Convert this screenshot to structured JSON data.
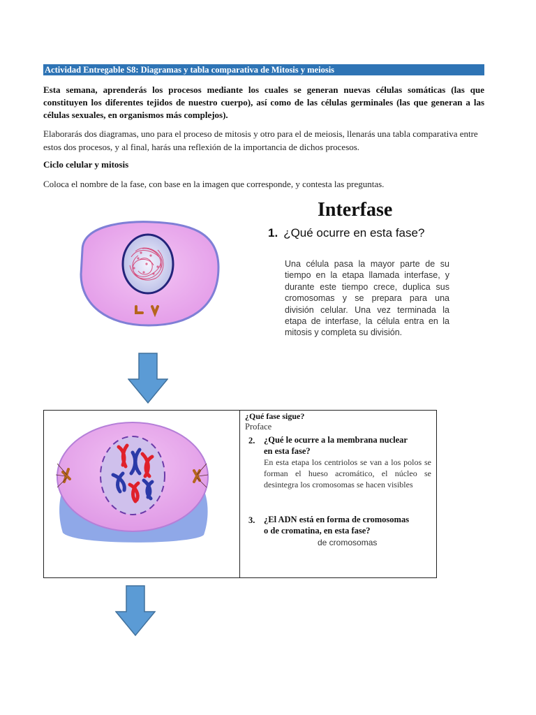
{
  "header": {
    "title": "Actividad Entregable S8: Diagramas y tabla comparativa de Mitosis y meiosis"
  },
  "intro": {
    "bold_paragraph": "Esta semana, aprenderás los procesos mediante los cuales se generan nuevas células somáticas (las que constituyen los diferentes tejidos de nuestro cuerpo), así como de las células germinales (las que generan a las células sexuales, en organismos más complejos).",
    "paragraph": "Elaborarás dos diagramas, uno para el proceso de mitosis y otro para el de meiosis, llenarás una tabla comparativa entre estos dos procesos, y al final, harás una reflexión de la importancia de dichos procesos."
  },
  "section": {
    "heading": "Ciclo celular y mitosis",
    "instruction": "Coloca el nombre de la fase, con base en la imagen que corresponde, y contesta las preguntas."
  },
  "phase1": {
    "title": "Interfase",
    "question_number": "1.",
    "question": "¿Qué ocurre en esta fase?",
    "answer": "Una célula pasa la mayor parte de su tiempo en la etapa llamada interfase, y durante este tiempo crece, duplica sus cromosomas y se prepara para una división celular. Una vez terminada la etapa de interfase, la célula entra en la mitosis y completa su división."
  },
  "phase2": {
    "next_question": "¿Qué fase sigue?",
    "next_answer": "Proface",
    "q2_number": "2.",
    "q2_line1": "¿Qué le ocurre a la membrana nuclear",
    "q2_line2": "en esta fase?",
    "q2_answer": "En esta etapa los centriolos se van a los polos se forman el hueso acromático, el núcleo se desintegra los cromosomas se hacen visibles",
    "q3_number": "3.",
    "q3_line1": "¿El ADN está en forma de cromosomas",
    "q3_line2": "o de cromatina, en esta fase?",
    "q3_answer": "de cromosomas"
  },
  "colors": {
    "title_bar": "#2e74b5",
    "arrow": "#5b9bd5",
    "cell_fill": "#e7a6ec",
    "centriole": "#b5651d",
    "chromosome_red": "#e0202a",
    "chromosome_blue": "#2b3aa8"
  }
}
